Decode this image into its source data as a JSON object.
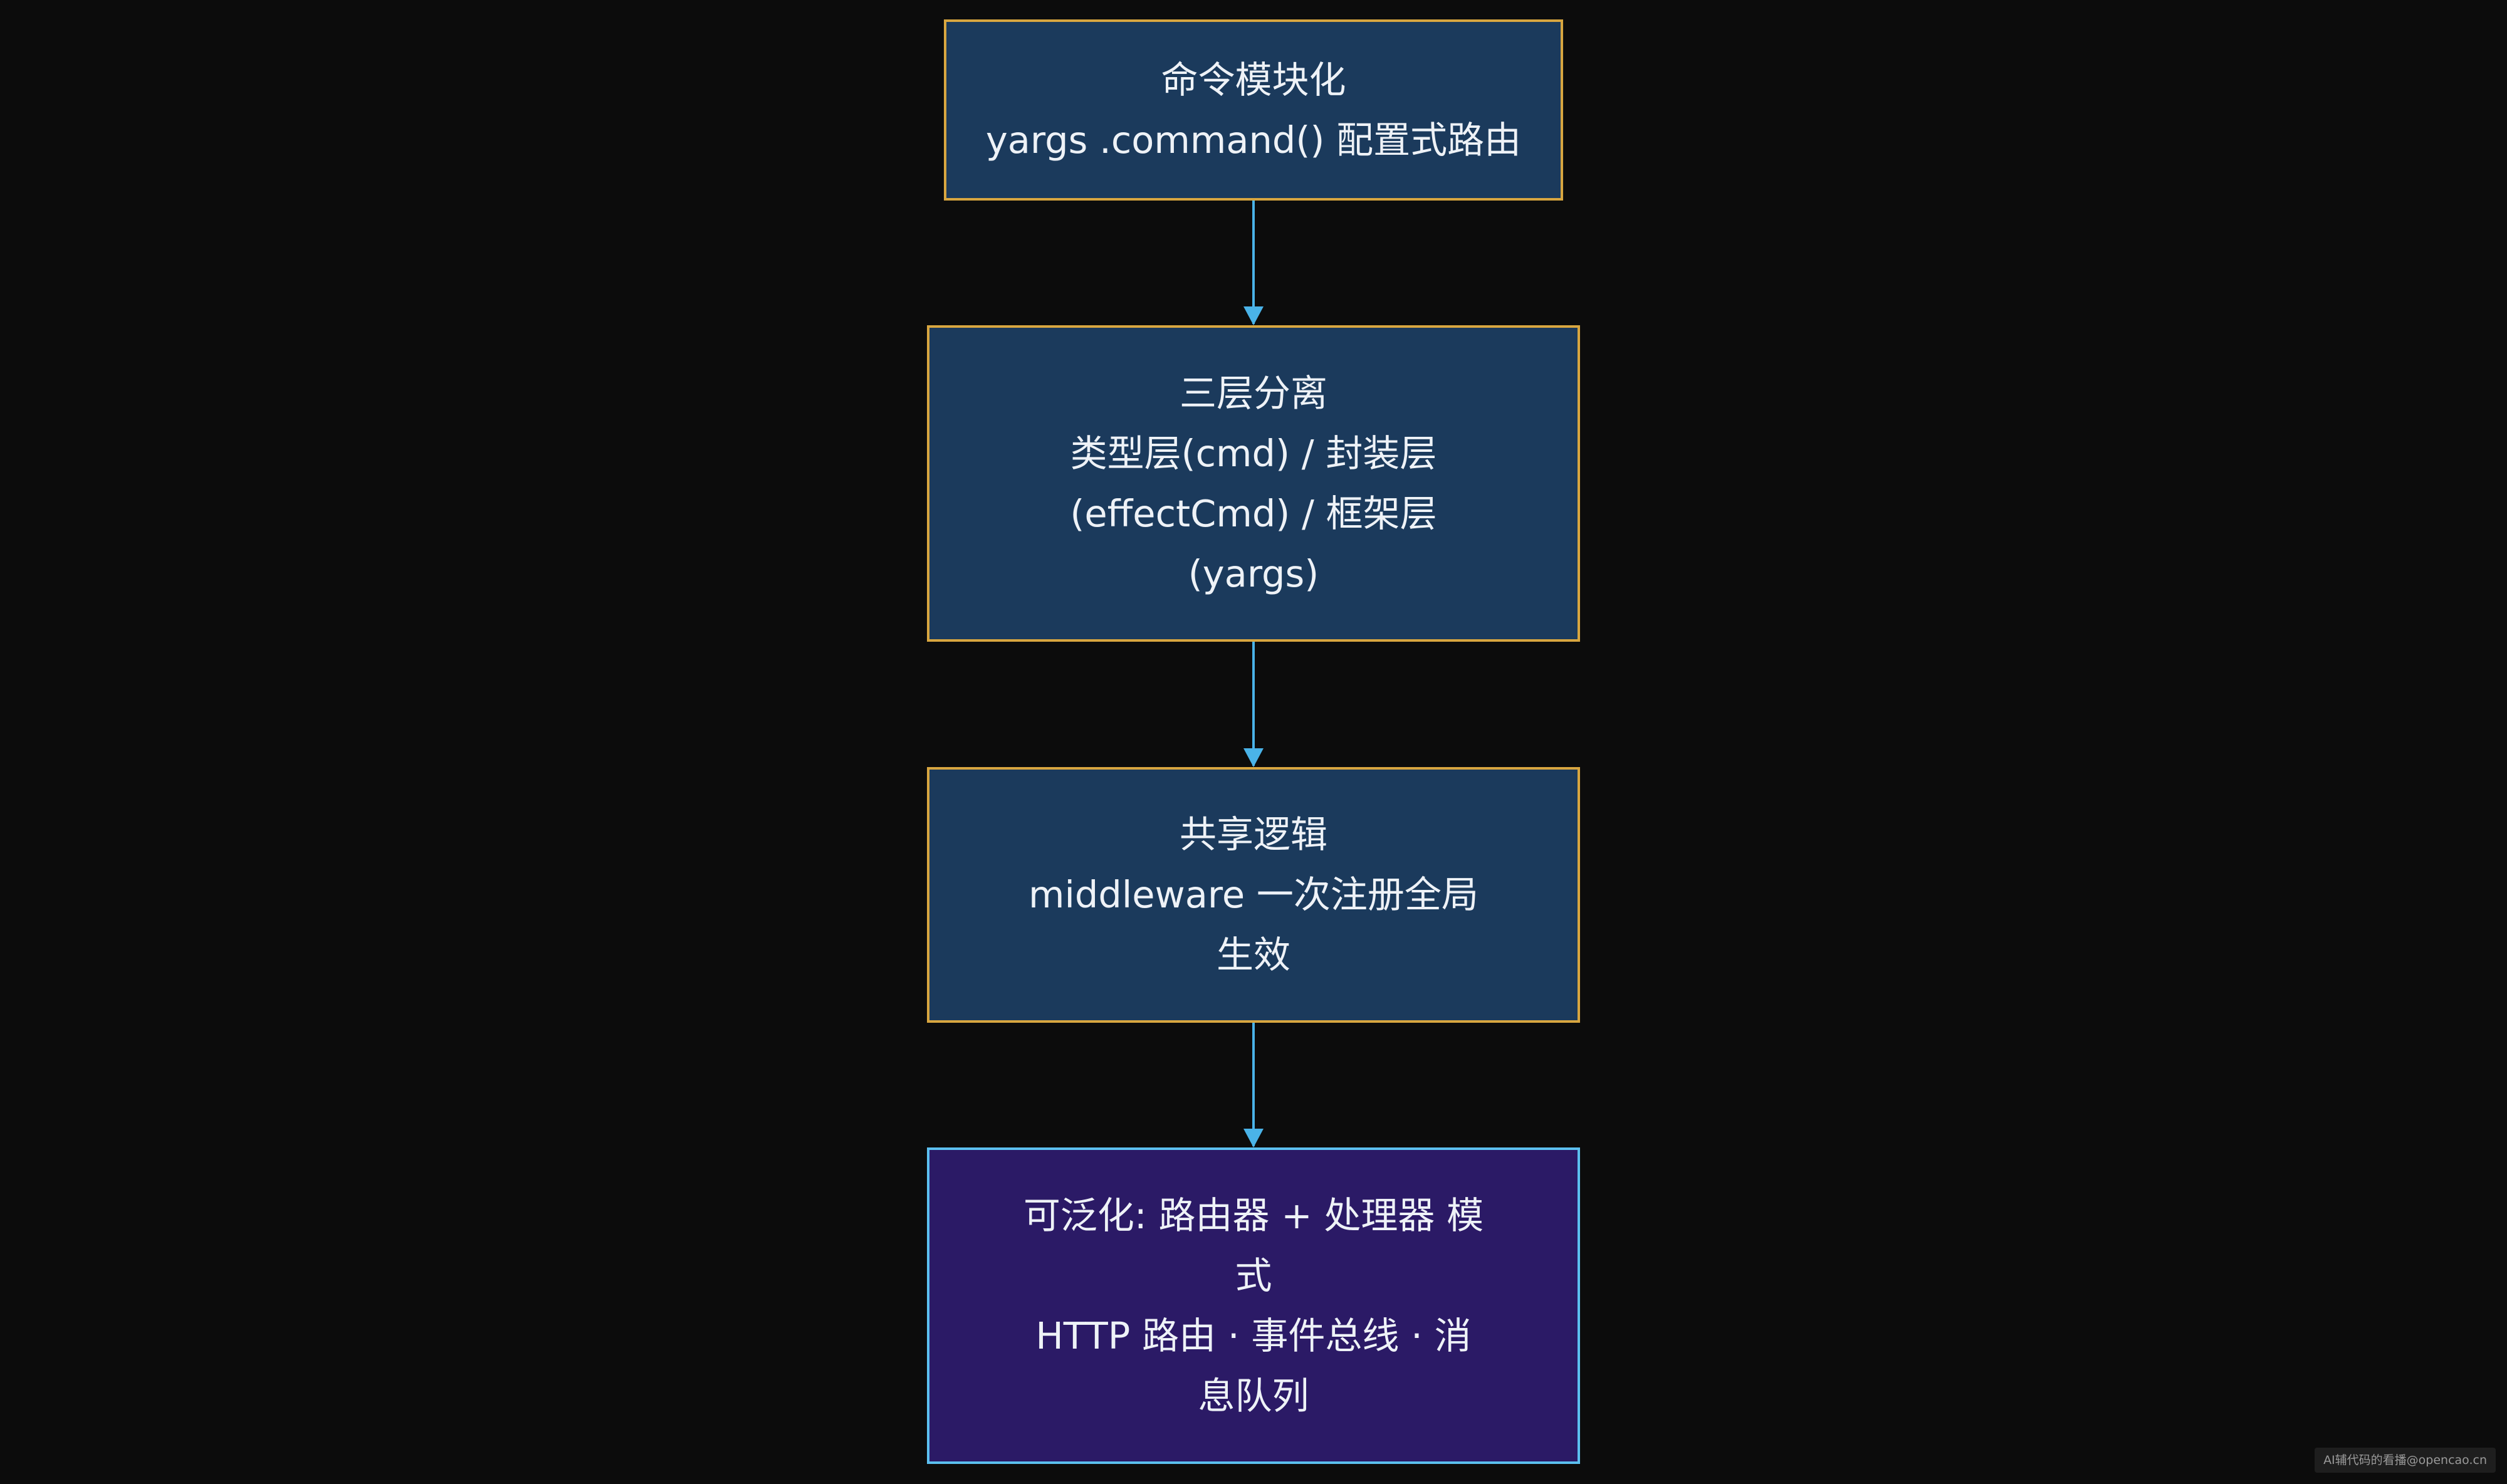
{
  "diagram": {
    "nodes": [
      {
        "id": "modularization",
        "lines": [
          "命令模块化",
          "yargs .command() 配置式路由"
        ]
      },
      {
        "id": "three-layer-separation",
        "lines": [
          "三层分离",
          "类型层(cmd) / 封装层",
          "(effectCmd) / 框架层",
          "(yargs)"
        ]
      },
      {
        "id": "shared-logic",
        "lines": [
          "共享逻辑",
          "middleware 一次注册全局",
          "生效"
        ]
      },
      {
        "id": "generalizable",
        "lines": [
          "可泛化: 路由器 + 处理器 模",
          "式",
          "HTTP 路由 · 事件总线 · 消",
          "息队列"
        ]
      }
    ],
    "edges": [
      {
        "from": "modularization",
        "to": "three-layer-separation"
      },
      {
        "from": "three-layer-separation",
        "to": "shared-logic"
      },
      {
        "from": "shared-logic",
        "to": "generalizable"
      }
    ],
    "colors": {
      "background": "#0c0c0c",
      "node_fill": "#1b3a5c",
      "node_border": "#d8a640",
      "final_node_fill": "#2b1a66",
      "final_node_border": "#5cc0f0",
      "arrow": "#4ab3e8",
      "text": "#eef2f7"
    }
  },
  "watermark": {
    "text": "AI辅代码的看播@opencao.cn"
  }
}
